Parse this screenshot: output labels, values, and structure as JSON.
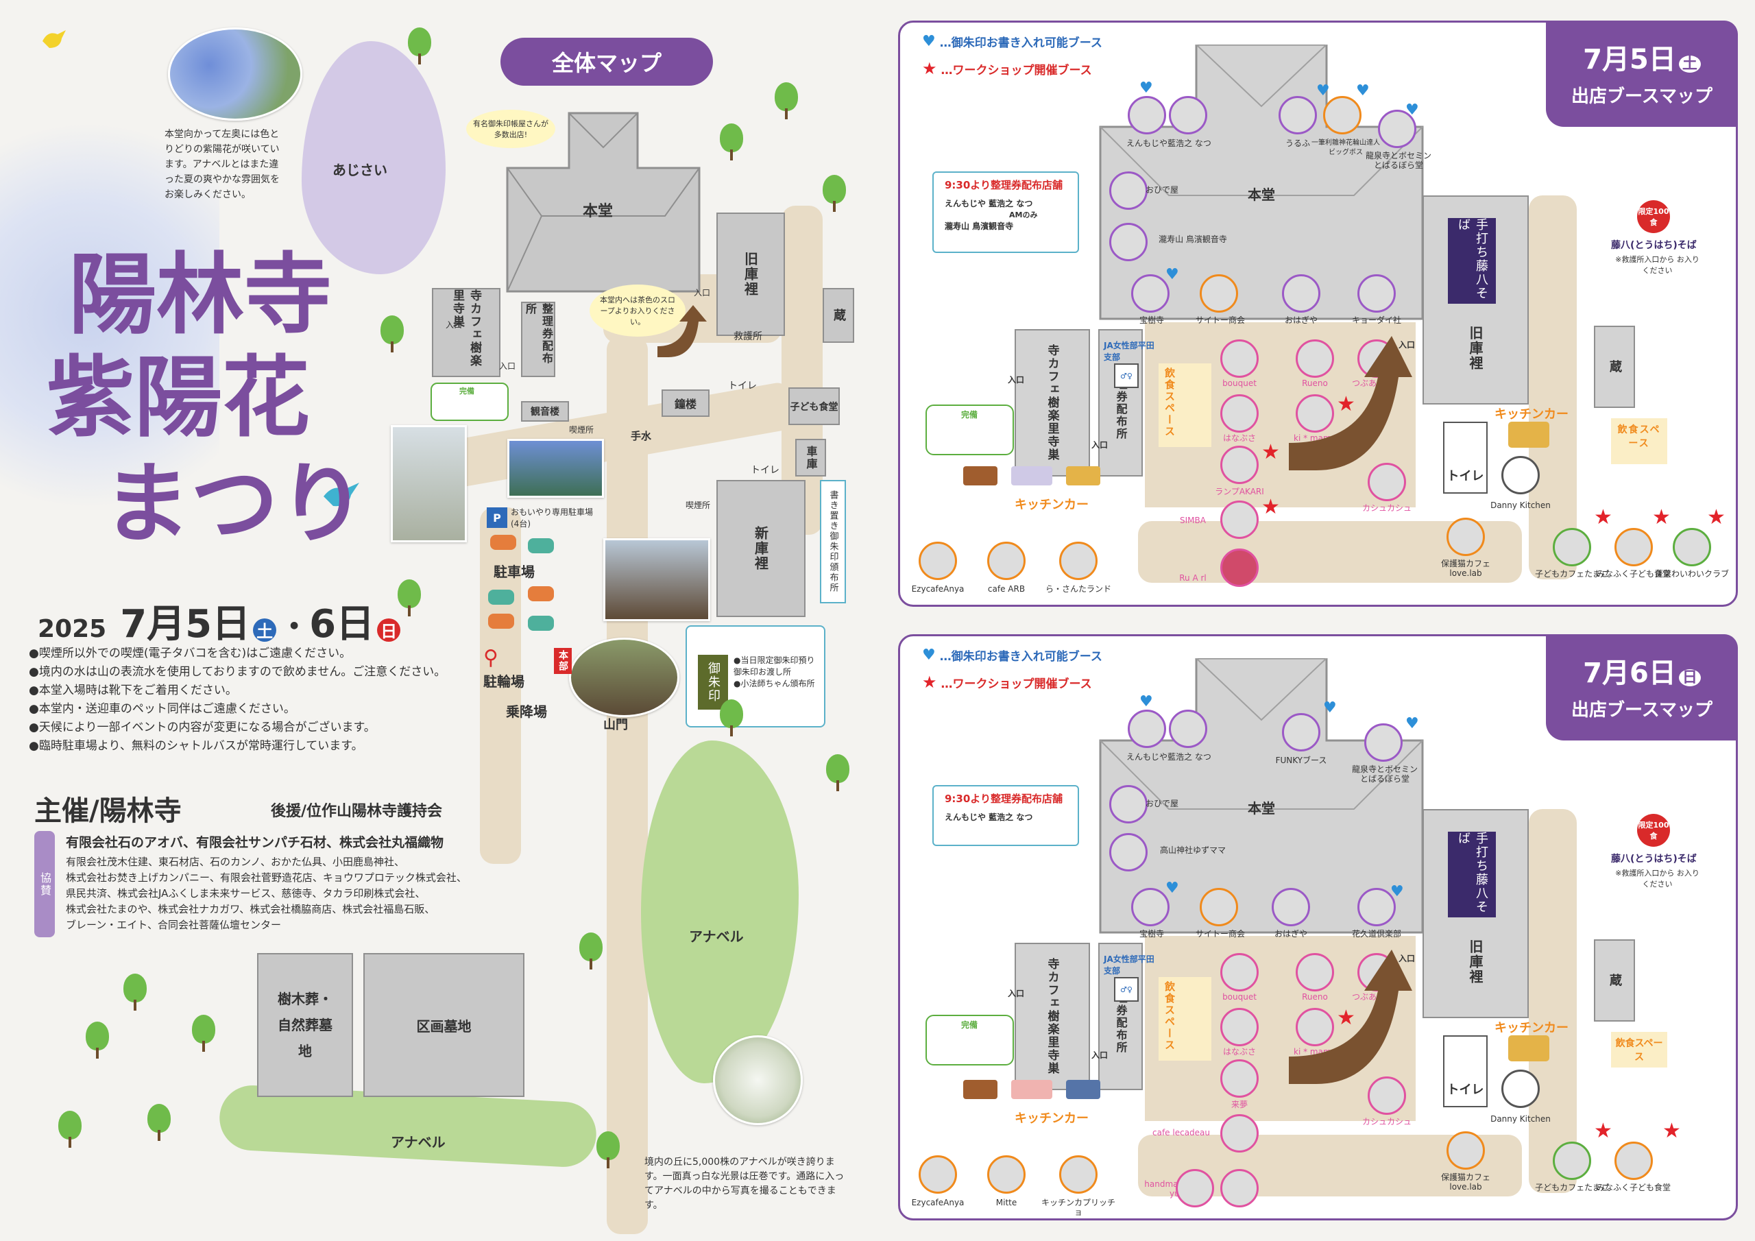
{
  "title": {
    "line1": "陽林寺",
    "line2": "紫陽花",
    "line3": "まつり"
  },
  "dates": {
    "year": "2025",
    "d1": "7月5日",
    "w1": "土",
    "dot": "・",
    "d2": "6日",
    "w2": "日"
  },
  "overview_label": "全体マップ",
  "intro_note": "本堂向かって左奥には色とりどりの紫陽花が咲いています。アナベルとはまた違った夏の爽やかな雰囲気をお楽しみください。",
  "annabel_note": "境内の丘に5,000株のアナベルが咲き誇ります。一面真っ白な光景は圧巻です。通路に入ってアナベルの中から写真を撮ることもできます。",
  "zone_labels": {
    "ajisai": "あじさい",
    "annabel_right": "アナベル",
    "annabel_bottom": "アナベル"
  },
  "buildings": {
    "hondo": "本堂",
    "kyukuri": "旧庫裡",
    "kura": "蔵",
    "terakafe": "寺カフェ樹楽里寺巣",
    "seiriken": "整理券配布所",
    "kannon": "観音楼",
    "shoro": "鐘楼",
    "kodomo": "子ども食堂",
    "shako": "車庫",
    "shinkuri": "新庫裡",
    "jumoku": "樹木葬・自然葬墓地",
    "kukaku": "区画墓地",
    "sanmon": "山門",
    "kasho": "書き置き御朱印頒布所",
    "honbu": "本部"
  },
  "map_labels": {
    "entrance": "入口",
    "toilet": "トイレ",
    "kyugo": "救護所",
    "smoking": "喫煙所",
    "temizu": "手水",
    "parking": "駐車場",
    "bike": "駐輪場",
    "boarding": "乗降場",
    "omoiyari": "おもいやり専用駐車場(4台)",
    "kanbi": "完備",
    "slope": "本堂内へは茶色のスロープよりお入りください。",
    "gosyuin_famous": "有名御朱印帳屋さんが多数出店!",
    "gosyuin_sign": "御朱印",
    "gosyuin_info": [
      "●当日限定御朱印預り御朱印お渡し所",
      "●小法師ちゃん頒布所"
    ]
  },
  "notices": [
    "●喫煙所以外での喫煙(電子タバコを含む)はご遠慮ください。",
    "●境内の水は山の表流水を使用しておりますので飲めません。ご注意ください。",
    "●本堂入場時は靴下をご着用ください。",
    "●本堂内・送迎車のペット同伴はご遠慮ください。",
    "●天候により一部イベントの内容が変更になる場合がございます。",
    "●臨時駐車場より、無料のシャトルバスが常時運行しています。"
  ],
  "sponsor": {
    "host": "主催/陽林寺",
    "support": "後援/位作山陽林寺護持会",
    "kyosan": "協賛",
    "major": "有限会社石のアオバ、有限会社サンパチ石材、株式会社丸福織物",
    "list": [
      "有限会社茂木住建、東石材店、石のカンノ、おかた仏具、小田鹿島神社、",
      "株式会社お焚き上げカンパニー、有限会社菅野造花店、キョウワプロテック株式会社、",
      "県民共済、株式会社JAふくしま未来サービス、慈徳寺、タカラ印刷株式会社、",
      "株式会社たまのや、株式会社ナカガワ、株式会社橋脇商店、株式会社福島石販、",
      "ブレーン・エイト、合同会社菩薩仏壇センター"
    ]
  },
  "legend": {
    "heart": "…御朱印お書き入れ可能ブース",
    "star": "…ワークショップ開催ブース"
  },
  "panel1": {
    "tab1": "7月5日",
    "tab_w": "土",
    "tab2": "出店ブースマップ",
    "seiriken_title": "9:30より整理券配布店舗",
    "seiriken_lines": [
      "えんもじや 藍浩之 なつ",
      "AMのみ",
      "瀧寿山 鳥濱観音寺"
    ],
    "top_booths": [
      "えんもじや",
      "藍浩之 なつ",
      "うるふ",
      "一筆利雛神花輪山達人 ビッグボス",
      "龍泉寺とボセミンとばるぼら堂"
    ],
    "left_booths": [
      "おひで屋",
      "瀧寿山 鳥濱観音寺"
    ],
    "bottom_booths": [
      "宝樹寺",
      "サイトー商会",
      "おはぎや",
      "キョーダイ社"
    ],
    "ja": "JA女性部平田支部",
    "inside": [
      "bouquet",
      "はなぶさ",
      "Rueno",
      "つぶあ〜ん。",
      "ki * mama",
      "ランプAKARI",
      "SIMBA",
      "カシュカシュ",
      "Ru A rl"
    ],
    "soba": "手打ち藤八そば",
    "soba_limit": "限定100食",
    "soba_name": "藤八(とうはち)そば",
    "soba_note": "※救護所入口から お入りください",
    "kitchen": "キッチンカー",
    "eat": "飲食スペース",
    "danny": "Danny Kitchen",
    "bottom_left": [
      "EzycafeAnya",
      "cafe ARB",
      "ら・さんたランド"
    ],
    "bottom_right": [
      "保護猫カフェ love.lab",
      "子どもカフェたまご",
      "みなふく子ども食堂",
      "蓬萊わいわいクラブ"
    ]
  },
  "panel2": {
    "tab1": "7月6日",
    "tab_w": "日",
    "tab2": "出店ブースマップ",
    "seiriken_title": "9:30より整理券配布店舗",
    "seiriken_lines": [
      "えんもじや 藍浩之 なつ"
    ],
    "top_booths": [
      "えんもじや",
      "藍浩之 なつ",
      "FUNKYブース",
      "龍泉寺とボセミンとばるぼら堂"
    ],
    "left_booths": [
      "おひで屋",
      "高山神社ゆずママ"
    ],
    "bottom_booths": [
      "宝樹寺",
      "サイトー商会",
      "おはぎや",
      "花久道倶楽部"
    ],
    "ja": "JA女性部平田支部",
    "inside": [
      "bouquet",
      "はなぶさ",
      "Rueno",
      "つぶあ〜ん。",
      "ki * mama",
      "来夢",
      "cafe lecadeau",
      "カシュカシュ",
      "handmade ma-yul"
    ],
    "soba": "手打ち藤八そば",
    "soba_limit": "限定100食",
    "soba_name": "藤八(とうはち)そば",
    "soba_note": "※救護所入口から お入りください",
    "kitchen": "キッチンカー",
    "eat": "飲食スペース",
    "danny": "Danny Kitchen",
    "bottom_left": [
      "EzycafeAnya",
      "Mitte",
      "キッチンカプリッチョ"
    ],
    "bottom_right": [
      "保護猫カフェ love.lab",
      "子どもカフェたまご",
      "みなふく子ども食堂"
    ]
  },
  "colors": {
    "purple": "#7b4e9e",
    "heart": "#2d8fd8",
    "star": "#e2232a",
    "pink": "#e052a0",
    "orange": "#f08a1c",
    "green": "#5cae3f"
  }
}
